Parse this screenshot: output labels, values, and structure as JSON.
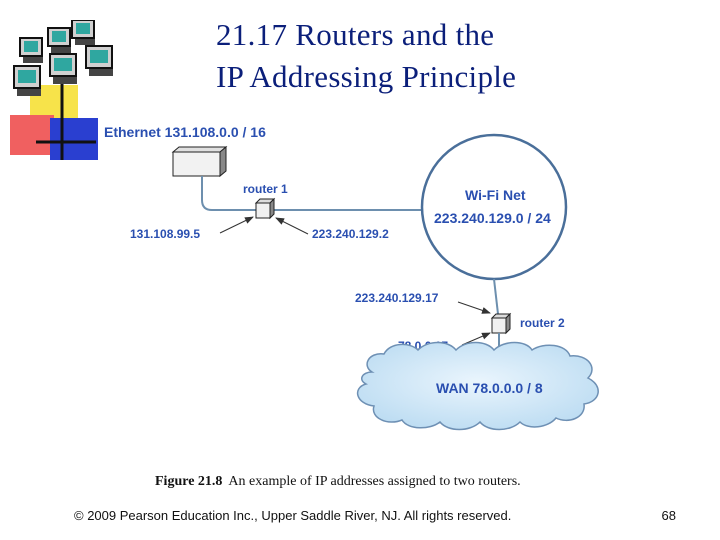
{
  "slide": {
    "title_line1": "21.17  Routers and the",
    "title_line2": "IP Addressing Principle",
    "footer": "© 2009 Pearson Education Inc., Upper Saddle River, NJ. All rights reserved.",
    "page_number": "68"
  },
  "diagram": {
    "ethernet_label": "Ethernet  131.108.0.0 / 16",
    "router1_label": "router 1",
    "router1_eth_addr": "131.108.99.5",
    "router1_wifi_addr": "223.240.129.2",
    "wifi_name": "Wi-Fi Net",
    "wifi_prefix": "223.240.129.0 / 24",
    "router2_label": "router 2",
    "router2_wifi_addr": "223.240.129.17",
    "router2_wan_addr": "78.0.0.17",
    "wan_label": "WAN  78.0.0.0 / 8"
  },
  "caption": {
    "figure_number": "Figure 21.8",
    "text": "An example of IP addresses assigned to two routers."
  },
  "colors": {
    "title": "#0b1f7a",
    "label": "#2a4fb0",
    "cloud_fill": "#cfe6f7",
    "line": "#5f7f9f"
  }
}
